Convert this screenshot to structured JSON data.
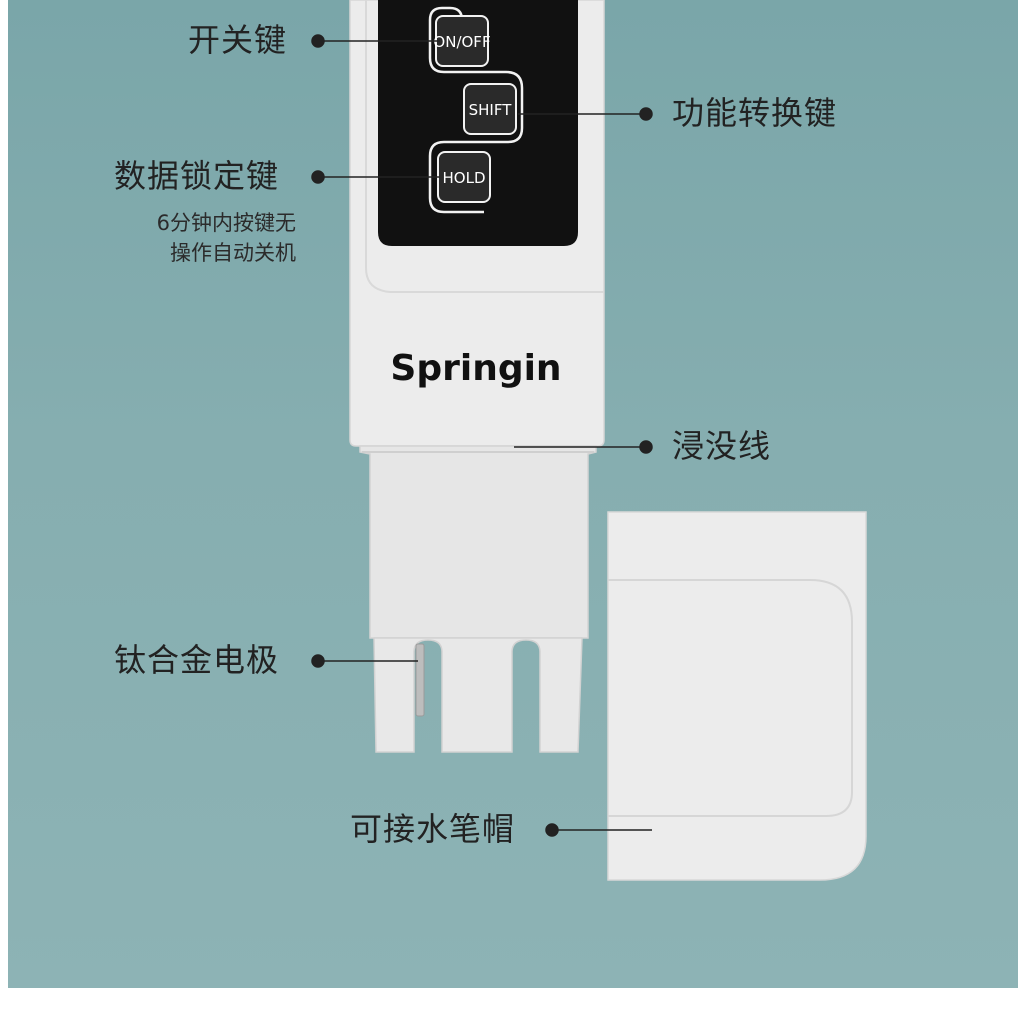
{
  "labels": {
    "power_key": "开关键",
    "function_key": "功能转换键",
    "hold_key": "数据锁定键",
    "hold_note_line1": "6分钟内按键无",
    "hold_note_line2": "操作自动关机",
    "immersion_line": "浸没线",
    "electrode": "钛合金电极",
    "cap": "可接水笔帽"
  },
  "buttons": {
    "on_off": "ON/OFF",
    "shift": "SHIFT",
    "hold": "HOLD"
  },
  "brand": "Springin",
  "colors": {
    "background": "#86aeb0",
    "pen_body": "#ebebeb",
    "panel": "#111111",
    "leader_line": "#222222"
  }
}
